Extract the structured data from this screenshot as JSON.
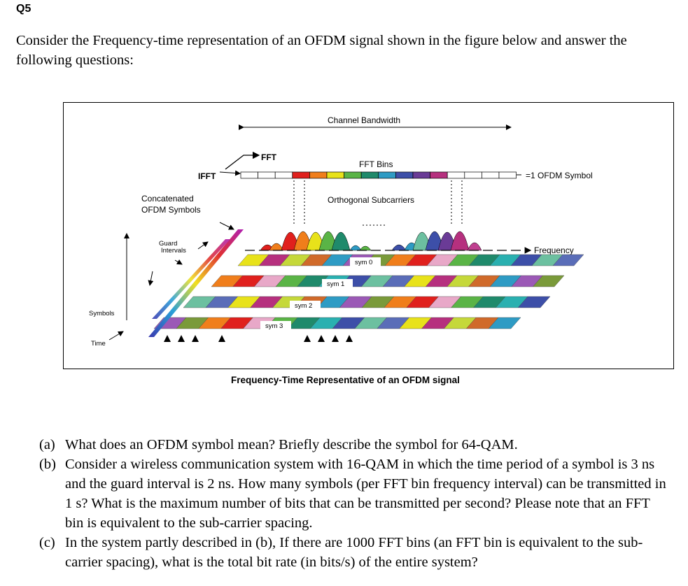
{
  "question": {
    "number": "Q5",
    "intro": "Consider the Frequency-time representation of an OFDM signal shown in the figure below and answer the following questions:"
  },
  "figure": {
    "caption": "Frequency-Time Representative of an OFDM signal",
    "labels": {
      "channel_bandwidth": "Channel Bandwidth",
      "fft": "FFT",
      "ifft": "IFFT",
      "fft_bins": "FFT Bins",
      "one_symbol": "=1 OFDM Symbol",
      "orthogonal_subcarriers": "Orthogonal Subcarriers",
      "concatenated_1": "Concatenated",
      "concatenated_2": "OFDM Symbols",
      "guard_1": "Guard",
      "guard_2": "Intervals",
      "frequency": "Frequency",
      "symbols": "Symbols",
      "time": "Time",
      "sym0": "sym 0",
      "sym1": "sym 1",
      "sym2": "sym 2",
      "sym3": "sym 3"
    },
    "fft_bin_colors": [
      "#ffffff",
      "#ffffff",
      "#ffffff",
      "#e0201d",
      "#f07e1b",
      "#e8e21a",
      "#5ab446",
      "#1f8a6b",
      "#2e9bc4",
      "#3d4fa8",
      "#6a3b96",
      "#b6307e",
      "#ffffff",
      "#ffffff",
      "#ffffff",
      "#ffffff"
    ]
  },
  "questions": [
    {
      "letter": "(a)",
      "text": "What does an OFDM symbol mean? Briefly describe the symbol for 64-QAM."
    },
    {
      "letter": "(b)",
      "text": "Consider a wireless communication system with 16-QAM in which the time period of a symbol is 3 ns and the guard interval is 2 ns. How many symbols (per FFT bin frequency interval) can be transmitted in 1 s? What is the maximum number of bits that can be transmitted per second? Please note that an FFT bin is equivalent to the sub-carrier spacing."
    },
    {
      "letter": "(c)",
      "text": "In the system partly described in (b), If there are 1000 FFT bins (an FFT bin is equivalent to the sub-carrier spacing), what is the total bit rate (in bits/s) of the entire system?"
    }
  ]
}
